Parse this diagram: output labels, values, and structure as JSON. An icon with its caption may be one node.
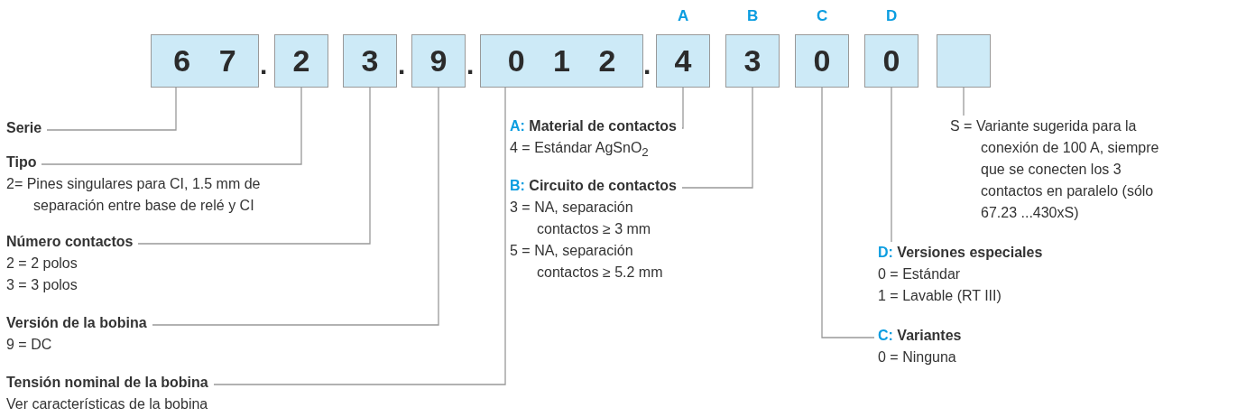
{
  "diagram": {
    "nodes": [
      {
        "text": [
          "6 7"
        ]
      },
      {
        "text": [
          "2"
        ]
      },
      {
        "text": [
          "3"
        ]
      },
      {
        "text": [
          "9"
        ]
      },
      {
        "text": [
          "0 1 2"
        ]
      },
      {
        "text": [
          "4"
        ],
        "beside": [
          "A"
        ]
      },
      {
        "text": [
          "3"
        ],
        "beside": [
          "B"
        ]
      },
      {
        "text": [
          "0"
        ],
        "beside": [
          "C"
        ]
      },
      {
        "text": [
          "0"
        ],
        "beside": [
          "D"
        ]
      },
      {
        "text": [],
        "shape": "box"
      },
      {
        "text": [
          "Serie"
        ]
      },
      {
        "text": [
          "Tipo",
          "2= Pines singulares para CI, 1.5 mm de separación entre base de relé y CI"
        ]
      },
      {
        "text": [
          "Número contactos",
          "2 = 2 polos",
          "3 = 3 polos"
        ]
      },
      {
        "text": [
          "Versión de la bobina",
          "9 = DC"
        ]
      },
      {
        "text": [
          "Tensión nominal de la bobina",
          "Ver características de la bobina"
        ]
      },
      {
        "text": [
          "A: Material de contactos",
          "4 = Estándar AgSnO$_{2}$"
        ]
      },
      {
        "text": [
          "B: Circuito de contactos",
          "3 = NA, separación contactos ≥ 3 mm",
          "5 = NA, separación contactos ≥ 5.2 mm"
        ]
      },
      {
        "text": [
          "S = Variante sugerida para la conexión de 100 A, siempre que se conecten los 3 contactos en paralelo (sólo 67.23 ...430xS)"
        ]
      },
      {
        "text": [
          "D: Versiones especiales",
          "0 = Estándar",
          "1 = Lavable (RT III)"
        ]
      },
      {
        "text": [
          "C: Variantes",
          "0 = Ninguna"
        ]
      }
    ],
    "edges": [
      {
        "from": 10,
        "to": 0,
        "arrow": "none"
      },
      {
        "from": 11,
        "to": 1,
        "arrow": "none"
      },
      {
        "from": 12,
        "to": 2,
        "arrow": "none"
      },
      {
        "from": 13,
        "to": 3,
        "arrow": "none"
      },
      {
        "from": 14,
        "to": 4,
        "arrow": "none"
      },
      {
        "from": 15,
        "to": 5,
        "arrow": "none"
      },
      {
        "from": 16,
        "to": 6,
        "arrow": "none"
      },
      {
        "from": 17,
        "to": 9,
        "arrow": "none"
      },
      {
        "from": 18,
        "to": 8,
        "arrow": "none"
      },
      {
        "from": 19,
        "to": 7,
        "arrow": "none"
      }
    ],
    "labels": [
      ".",
      ".",
      ".",
      "."
    ]
  }
}
